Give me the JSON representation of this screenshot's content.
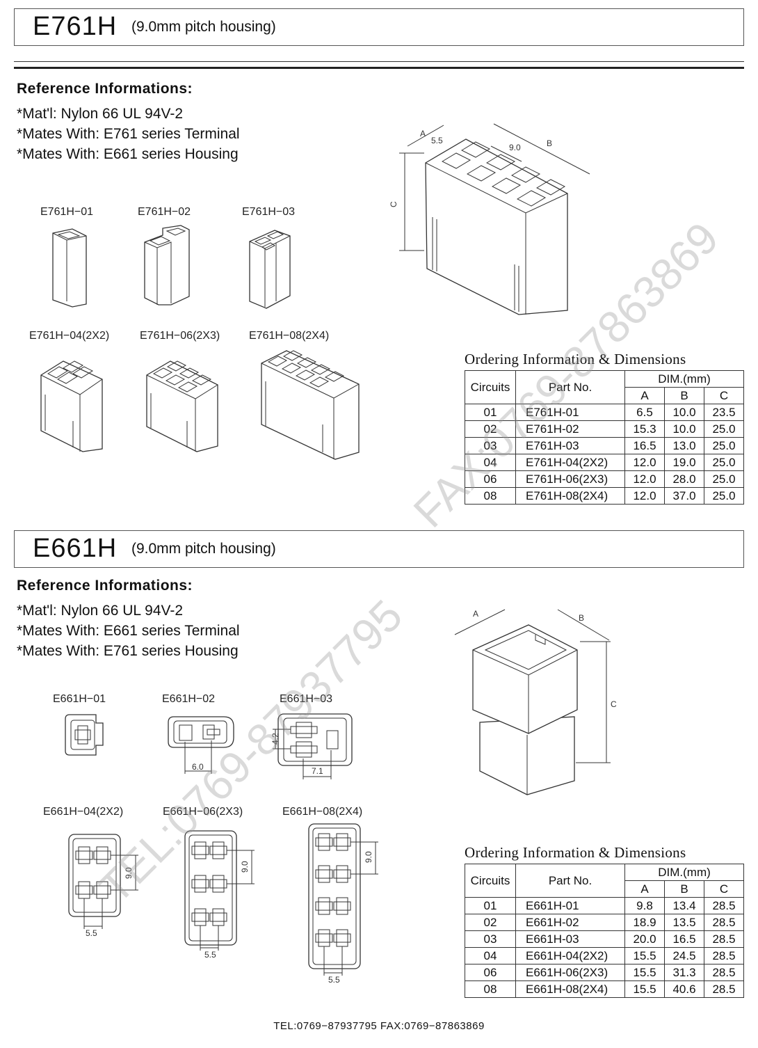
{
  "sections": [
    {
      "code": "E761H",
      "subtitle": "(9.0mm pitch housing)",
      "ref_heading": "Reference Informations:",
      "ref_lines": [
        "*Mat'l: Nylon 66 UL 94V-2",
        "*Mates With: E761 series Terminal",
        "*Mates With: E661 series Housing"
      ],
      "variants": [
        "E761H−01",
        "E761H−02",
        "E761H−03",
        "E761H−04(2X2)",
        "E761H−06(2X3)",
        "E761H−08(2X4)"
      ],
      "dim_labels": {
        "a": "A",
        "b": "B",
        "c": "C",
        "d1": "5.5",
        "d2": "9.0"
      },
      "ordering_title": "Ordering Information & Dimensions",
      "table": {
        "h_circuits": "Circuits",
        "h_part": "Part No.",
        "h_dim": "DIM.(mm)",
        "h_a": "A",
        "h_b": "B",
        "h_c": "C",
        "rows": [
          [
            "01",
            "E761H-01",
            "6.5",
            "10.0",
            "23.5"
          ],
          [
            "02",
            "E761H-02",
            "15.3",
            "10.0",
            "25.0"
          ],
          [
            "03",
            "E761H-03",
            "16.5",
            "13.0",
            "25.0"
          ],
          [
            "04",
            "E761H-04(2X2)",
            "12.0",
            "19.0",
            "25.0"
          ],
          [
            "06",
            "E761H-06(2X3)",
            "12.0",
            "28.0",
            "25.0"
          ],
          [
            "08",
            "E761H-08(2X4)",
            "12.0",
            "37.0",
            "25.0"
          ]
        ]
      }
    },
    {
      "code": "E661H",
      "subtitle": "(9.0mm pitch housing)",
      "ref_heading": "Reference Informations:",
      "ref_lines": [
        "*Mat'l: Nylon 66 UL 94V-2",
        "*Mates With: E661 series Terminal",
        "*Mates With: E761 series Housing"
      ],
      "variants": [
        "E661H−01",
        "E661H−02",
        "E661H−03",
        "E661H−04(2X2)",
        "E661H−06(2X3)",
        "E661H−08(2X4)"
      ],
      "dim_labels": {
        "a": "A",
        "b": "B",
        "c": "C",
        "d02": "6.0",
        "d03h": "7.1",
        "d03v": "4.2",
        "d04v": "9.0",
        "d04h": "5.5",
        "d06v": "9.0",
        "d06h": "5.5",
        "d08v": "9.0",
        "d08h": "5.5"
      },
      "ordering_title": "Ordering Information & Dimensions",
      "table": {
        "h_circuits": "Circuits",
        "h_part": "Part No.",
        "h_dim": "DIM.(mm)",
        "h_a": "A",
        "h_b": "B",
        "h_c": "C",
        "rows": [
          [
            "01",
            "E661H-01",
            "9.8",
            "13.4",
            "28.5"
          ],
          [
            "02",
            "E661H-02",
            "18.9",
            "13.5",
            "28.5"
          ],
          [
            "03",
            "E661H-03",
            "20.0",
            "16.5",
            "28.5"
          ],
          [
            "04",
            "E661H-04(2X2)",
            "15.5",
            "24.5",
            "28.5"
          ],
          [
            "06",
            "E661H-06(2X3)",
            "15.5",
            "31.3",
            "28.5"
          ],
          [
            "08",
            "E661H-08(2X4)",
            "15.5",
            "40.6",
            "28.5"
          ]
        ]
      }
    }
  ],
  "watermarks": [
    "FAX:0769-87863869",
    "TEL:0769-87937795"
  ],
  "footer": "TEL:0769−87937795   FAX:0769−87863869"
}
